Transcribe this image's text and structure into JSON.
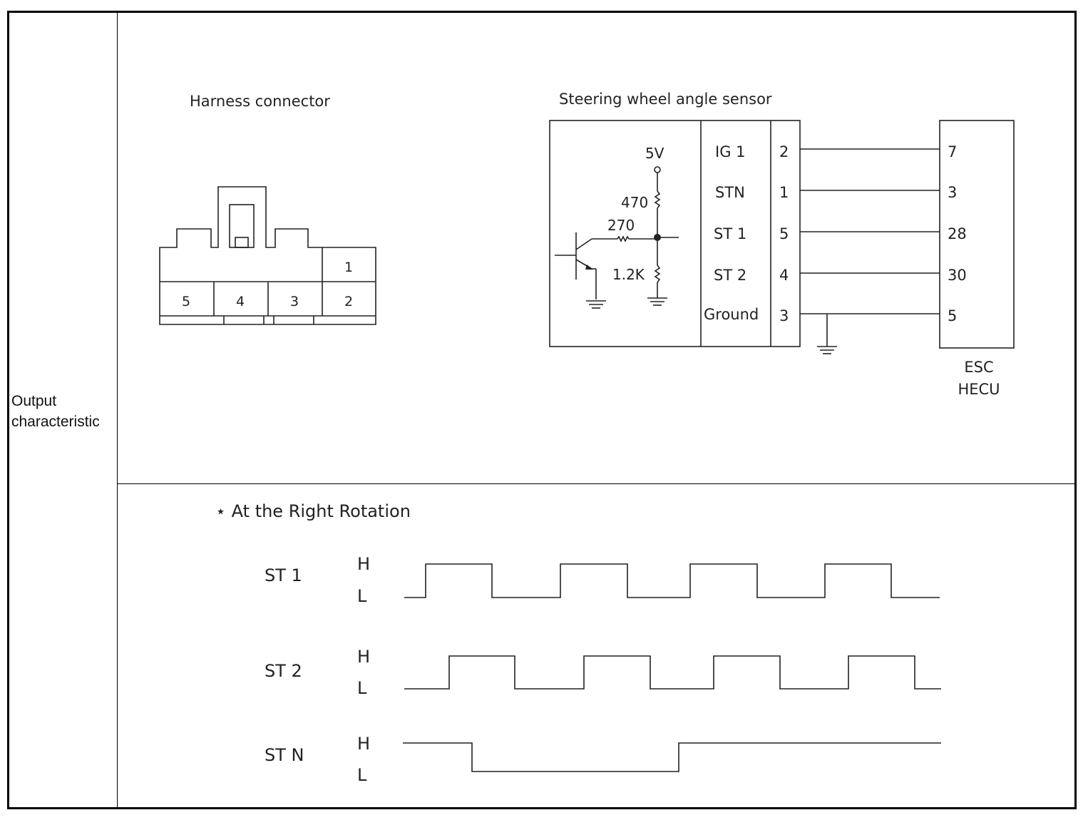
{
  "row_label": [
    "Output",
    "characteristic"
  ],
  "harness": {
    "title": "Harness connector",
    "pins_top": [
      "1"
    ],
    "pins_bottom": [
      "5",
      "4",
      "3",
      "2"
    ]
  },
  "sensor": {
    "title": "Steering wheel angle sensor",
    "circuit": {
      "supply": "5V",
      "r_pullup": "470",
      "r_series": "270",
      "r_ground": "1.2K"
    },
    "signals": [
      {
        "name": "IG 1",
        "sensor_pin": "2",
        "ecu_pin": "7"
      },
      {
        "name": "STN",
        "sensor_pin": "1",
        "ecu_pin": "3"
      },
      {
        "name": "ST 1",
        "sensor_pin": "5",
        "ecu_pin": "28"
      },
      {
        "name": "ST 2",
        "sensor_pin": "4",
        "ecu_pin": "30"
      },
      {
        "name": "Ground",
        "sensor_pin": "3",
        "ecu_pin": "5"
      }
    ],
    "ecu_label": [
      "ESC",
      "HECU"
    ]
  },
  "timing": {
    "title": "⋆ At the Right Rotation",
    "high_label": "H",
    "low_label": "L",
    "signals": [
      {
        "name": "ST 1",
        "initial": "L",
        "transitions": [
          597,
          690,
          786,
          880,
          968,
          1062,
          1157,
          1250
        ],
        "end": 1318
      },
      {
        "name": "ST 2",
        "initial": "L",
        "transitions": [
          630,
          722,
          819,
          912,
          1001,
          1094,
          1190,
          1283
        ],
        "end": 1320
      },
      {
        "name": "ST N",
        "initial": "H",
        "transitions": [
          662,
          952
        ],
        "end": 1320
      }
    ]
  }
}
